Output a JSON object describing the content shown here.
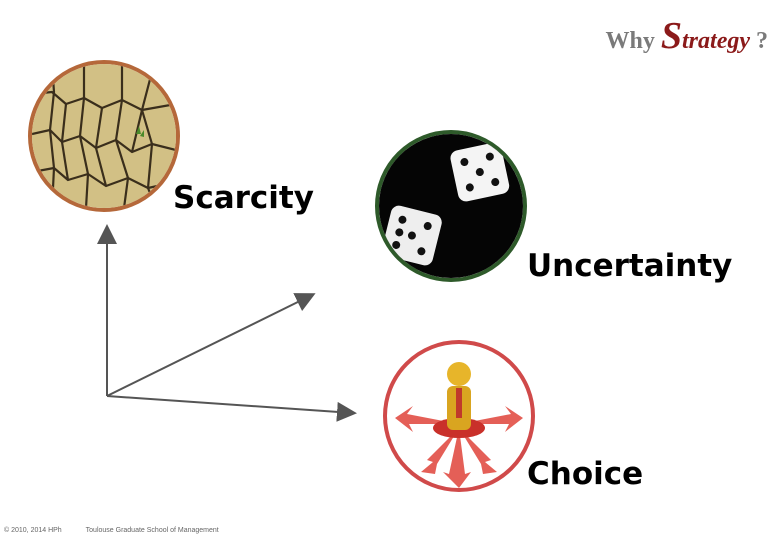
{
  "title": {
    "prefix": "Why",
    "initial": "S",
    "rest": "trategy",
    "suffix": "?"
  },
  "labels": {
    "scarcity": "Scarcity",
    "uncertainty": "Uncertainty",
    "choice": "Choice"
  },
  "colors": {
    "scarcity_ring": "#b5683a",
    "uncertainty_ring": "#2e5a2a",
    "choice_ring": "#d04a4a",
    "accent_title": "#8b1a1a",
    "arrows": "#555555"
  },
  "icons": {
    "scarcity": "cracked-earth-image",
    "uncertainty": "dice-image",
    "choice": "person-crossroads-arrows-image"
  },
  "footer": {
    "copyright": "© 2010, 2014 HPh",
    "school": "Toulouse Graduate School of Management"
  }
}
